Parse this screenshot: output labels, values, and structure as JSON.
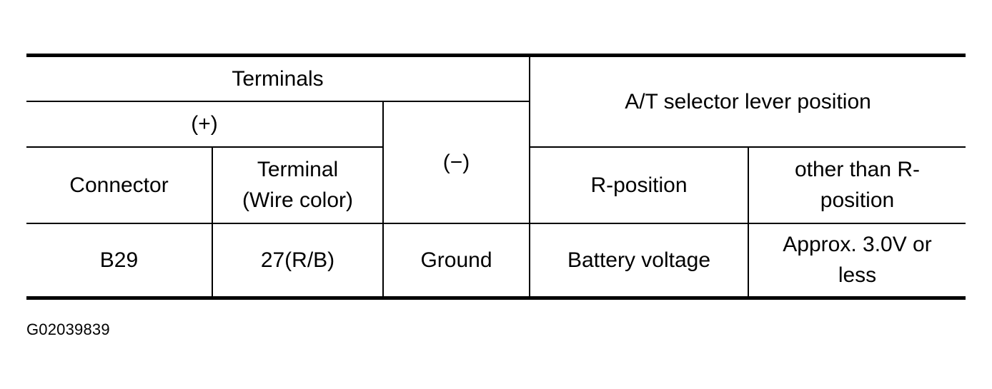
{
  "table": {
    "header": {
      "terminals": "Terminals",
      "positive": "(+)",
      "negative": "(−)",
      "connector": "Connector",
      "terminal_line1": "Terminal",
      "terminal_line2": "(Wire color)",
      "selector": "A/T selector lever position",
      "r_position": "R-position",
      "other_line1": "other than R-",
      "other_line2": "position"
    },
    "rows": [
      {
        "connector": "B29",
        "terminal": "27(R/B)",
        "negative": "Ground",
        "r_position": "Battery voltage",
        "other_line1": "Approx. 3.0V or",
        "other_line2": "less"
      }
    ]
  },
  "figure_id": "G02039839"
}
